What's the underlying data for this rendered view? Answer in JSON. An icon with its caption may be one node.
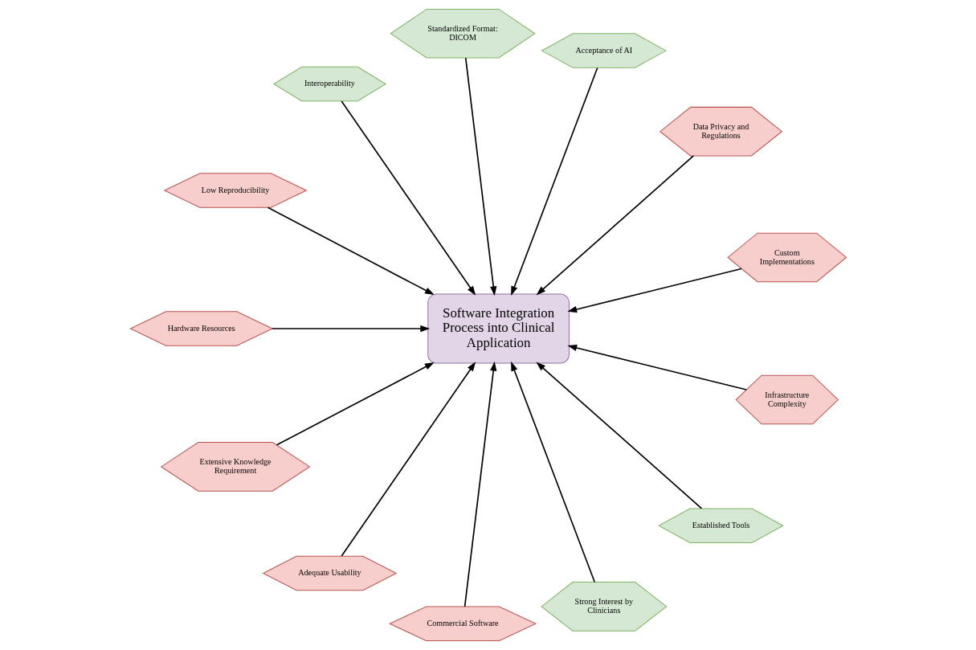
{
  "diagram": {
    "nodes": [
      {
        "text": [
          "Software Integration Process into Clinical Application"
        ]
      },
      {
        "text": [
          "Custom Implementations"
        ]
      },
      {
        "text": [
          "Data Privacy and Regulations"
        ]
      },
      {
        "text": [
          "Acceptance of AI"
        ]
      },
      {
        "text": [
          "Standardized Format: DICOM"
        ]
      },
      {
        "text": [
          "Interoperability"
        ]
      },
      {
        "text": [
          "Low Reproducibility"
        ]
      },
      {
        "text": [
          "Hardware Resources"
        ]
      },
      {
        "text": [
          "Extensive Knowledge Requirement"
        ]
      },
      {
        "text": [
          "Adequate Usability"
        ]
      },
      {
        "text": [
          "Commercial Software"
        ]
      },
      {
        "text": [
          "Strong Interest by Clinicians"
        ]
      },
      {
        "text": [
          "Established Tools"
        ]
      },
      {
        "text": [
          "Infrastructure Complexity"
        ]
      }
    ],
    "edges": [
      {
        "from": 1,
        "to": 0,
        "arrow": "to"
      },
      {
        "from": 2,
        "to": 0,
        "arrow": "to"
      },
      {
        "from": 3,
        "to": 0,
        "arrow": "to"
      },
      {
        "from": 4,
        "to": 0,
        "arrow": "to"
      },
      {
        "from": 5,
        "to": 0,
        "arrow": "to"
      },
      {
        "from": 6,
        "to": 0,
        "arrow": "to"
      },
      {
        "from": 7,
        "to": 0,
        "arrow": "to"
      },
      {
        "from": 8,
        "to": 0,
        "arrow": "to"
      },
      {
        "from": 9,
        "to": 0,
        "arrow": "to"
      },
      {
        "from": 10,
        "to": 0,
        "arrow": "to"
      },
      {
        "from": 11,
        "to": 0,
        "arrow": "to"
      },
      {
        "from": 12,
        "to": 0,
        "arrow": "to"
      },
      {
        "from": 13,
        "to": 0,
        "arrow": "to"
      }
    ]
  }
}
